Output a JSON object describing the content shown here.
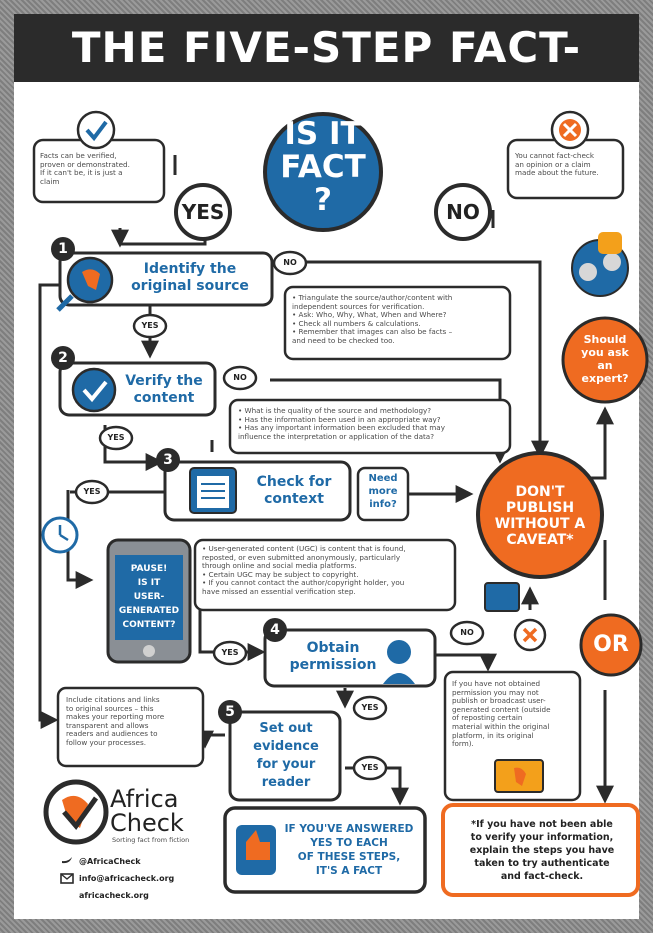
{
  "title": "THE FIVE-STEP FACT-CHECK",
  "center": {
    "text": "IS IT\nFACT\n?"
  },
  "yes_label": "YES",
  "no_label": "NO",
  "left_note": "Facts can be verified,\nproven or demonstrated.\nIf it can't be, it is just a\nclaim",
  "right_note": "You cannot fact-check\nan opinion or a claim\nmade about the future.",
  "steps": {
    "s1_num": "1",
    "s1_title": "Identify the\noriginal source",
    "s2_num": "2",
    "s2_title": "Verify the\ncontent",
    "s3_num": "3",
    "s3_title": "Check for\ncontext",
    "s4_num": "4",
    "s4_title": "Obtain\npermission",
    "s5_num": "5",
    "s5_title": "Set out\nevidence\nfor your\nreader"
  },
  "small_yes": "YES",
  "small_no": "NO",
  "verify_note": "• Triangulate the source/author/content with\n  independent sources for verification.\n• Ask: Who, Why, What, When and Where?\n• Check all numbers & calculations.\n• Remember that images can also be facts –\n  and need to be checked too.",
  "context_note": "• What is the quality of the source and methodology?\n• Has the information been used in an appropriate way?\n• Has any important information been excluded that may\n  influence the interpretation or application of the data?",
  "need_more": "Need\nmore\ninfo?",
  "pause": "PAUSE!\nIS IT\nUSER-\nGENERATED\nCONTENT?",
  "ugc_note": "• User-generated content (UGC) is content that is found,\n  reposted, or even submitted anonymously, particularly\n  through online and social media platforms.\n• Certain UGC may be subject to copyright.\n• If you cannot contact the author/copyright holder, you\n  have missed an essential verification step.",
  "permission_note": "If you have not obtained\npermission you may not\npublish or broadcast user-\ngenerated content (outside\nof reposting certain\nmaterial within the original\nplatform, in its original\nform).",
  "citations_note": "Include citations and links\nto original sources – this\nmakes your reporting more\ntransparent and allows\nreaders and audiences to\nfollow your processes.",
  "expert": "Should\nyou ask\nan\nexpert?",
  "dont_publish": "DON'T\nPUBLISH\nWITHOUT A\nCAVEAT*",
  "or_label": "OR",
  "fact_box": "IF YOU'VE ANSWERED\nYES TO EACH\nOF THESE STEPS,\nIT'S A FACT",
  "caveat_box": "*If you have not been able\nto verify your information,\nexplain the steps you have\ntaken to try authenticate\nand fact-check.",
  "brand": {
    "name_line1": "Africa",
    "name_line2": "Check",
    "tagline": "Sorting fact from fiction",
    "twitter": "@AfricaCheck",
    "email": "info@africacheck.org",
    "site": "africacheck.org"
  },
  "colors": {
    "blue": "#1f6aa6",
    "orange": "#ef6b21",
    "dark": "#2b2b2b",
    "box_border": "#333333"
  }
}
